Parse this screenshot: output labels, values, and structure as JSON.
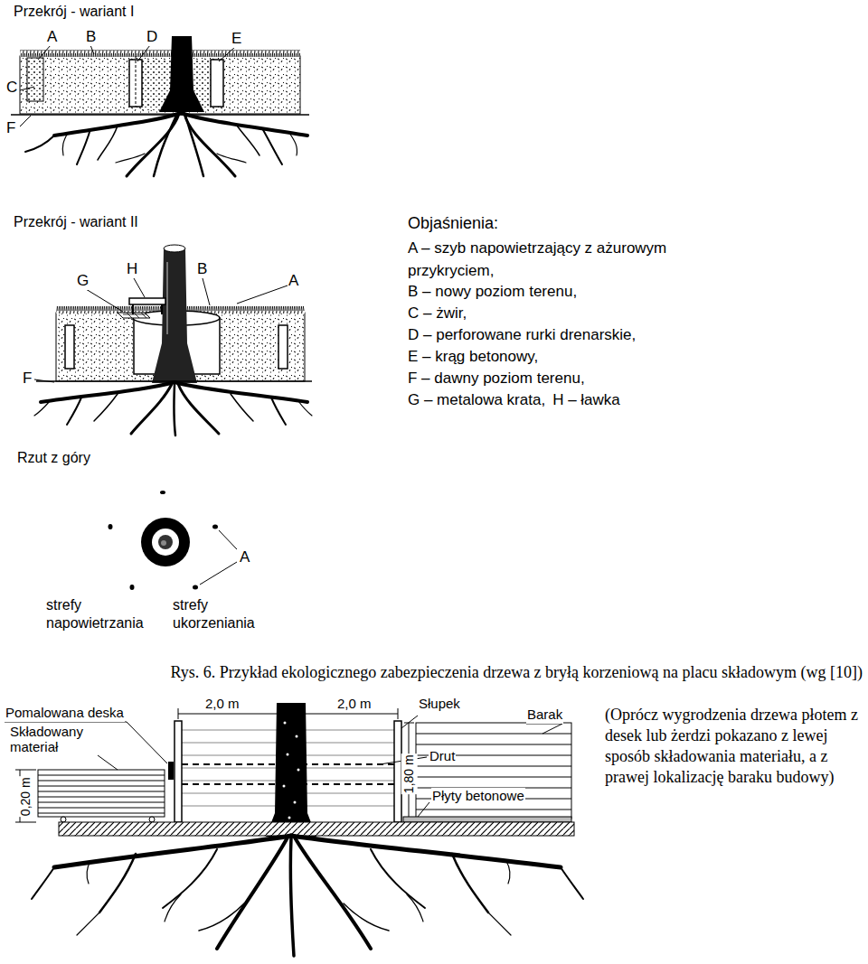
{
  "diagram": {
    "caption": "Rys. 6. Przykład ekologicznego zabezpieczenia drzewa z bryłą korzeniową na placu składowym (wg [10])",
    "labels": [
      "Przekrój - wariant I",
      "A",
      "B",
      "D",
      "E",
      "C",
      "F",
      "Przekrój - wariant II",
      "G",
      "H",
      "B",
      "A",
      "F",
      "Objaśnienia:",
      "A – szyb napowietrzający z ażurowym przykryciem,",
      "B – nowy poziom terenu,",
      "C – żwir,",
      "D – perforowane rurki drenarskie,",
      "E – krąg betonowy,",
      "F – dawny poziom terenu,",
      "G – metalowa krata,",
      "H – ławka",
      "Rzut z góry",
      "A",
      "strefy napowietrzania",
      "strefy ukorzeniania",
      "2,0 m",
      "2,0 m",
      "Słupek",
      "Barak",
      "Pomalowana deska",
      "Składowany materiał",
      "0,20 m",
      "Drut",
      "1,80 m",
      "Płyty betonowe",
      "(Oprócz wygrodzenia drzewa płotem z desek lub żerdzi pokazano z lewej sposób składowania materiału, a z prawej lokalizację baraku budowy)"
    ]
  }
}
